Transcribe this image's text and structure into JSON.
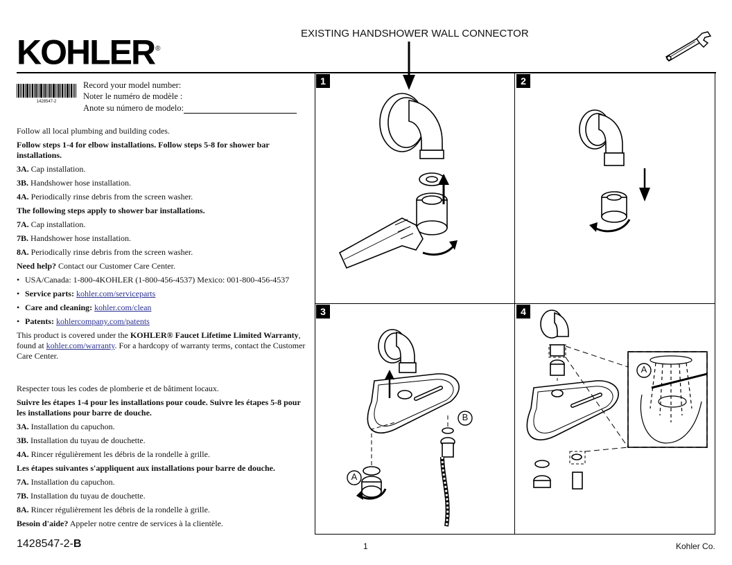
{
  "brand": {
    "logo": "KOHLER",
    "trademark": "®"
  },
  "title": "EXISTING HANDSHOWER WALL CONNECTOR",
  "barcode_number": "1428547-2",
  "record": {
    "en": "Record your model number:",
    "fr": "Noter le numéro de modèle :",
    "es": "Anote su número de modelo:"
  },
  "english": {
    "codes": "Follow all local plumbing and building codes.",
    "follow_steps": "Follow steps 1-4 for elbow installations. Follow steps 5-8 for shower bar installations.",
    "s3a_num": "3A.",
    "s3a": " Cap installation.",
    "s3b_num": "3B.",
    "s3b": " Handshower hose installation.",
    "s4a_num": "4A.",
    "s4a": " Periodically rinse debris from the screen washer.",
    "bar_steps": "The following steps apply to shower bar installations.",
    "s7a_num": "7A.",
    "s7a": " Cap installation.",
    "s7b_num": "7B.",
    "s7b": " Handshower hose installation.",
    "s8a_num": "8A.",
    "s8a": " Periodically rinse debris from the screen washer.",
    "need_help": "Need help?",
    "need_help_text": " Contact our Customer Care Center.",
    "phones": "USA/Canada: 1-800-4KOHLER (1-800-456-4537) Mexico: 001-800-456-4537",
    "service_label": "Service parts:",
    "service_link": "kohler.com/serviceparts",
    "care_label": "Care and cleaning:",
    "care_link": "kohler.com/clean",
    "patents_label": "Patents:",
    "patents_link": "kohlercompany.com/patents",
    "warranty_1": "This product is covered under the ",
    "warranty_bold": "KOHLER® Faucet Lifetime Limited Warranty",
    "warranty_2": ", found at ",
    "warranty_link": "kohler.com/warranty",
    "warranty_3": ". For a hardcopy of warranty terms, contact the Customer Care Center."
  },
  "french": {
    "codes": "Respecter tous les codes de plomberie et de bâtiment locaux.",
    "follow_steps": "Suivre les étapes 1-4 pour les installations pour coude. Suivre les étapes 5-8 pour les installations pour barre de douche.",
    "s3a_num": "3A.",
    "s3a": " Installation du capuchon.",
    "s3b_num": "3B.",
    "s3b": " Installation du tuyau de douchette.",
    "s4a_num": "4A.",
    "s4a": " Rincer régulièrement les débris de la rondelle à grille.",
    "bar_steps": "Les étapes suivantes s'appliquent aux installations pour barre de douche.",
    "s7a_num": "7A.",
    "s7a": " Installation du capuchon.",
    "s7b_num": "7B.",
    "s7b": " Installation du tuyau de douchette.",
    "s8a_num": "8A.",
    "s8a": " Rincer régulièrement les débris de la rondelle à grille.",
    "need_help": "Besoin d'aide?",
    "need_help_text": " Appeler notre centre de services à la clientèle."
  },
  "steps": {
    "s1": "1",
    "s2": "2",
    "s3": "3",
    "s4": "4"
  },
  "callouts": {
    "a": "A",
    "b": "B"
  },
  "footer": {
    "doc_number": "1428547-2-",
    "revision": "B",
    "page": "1",
    "company": "Kohler Co."
  }
}
